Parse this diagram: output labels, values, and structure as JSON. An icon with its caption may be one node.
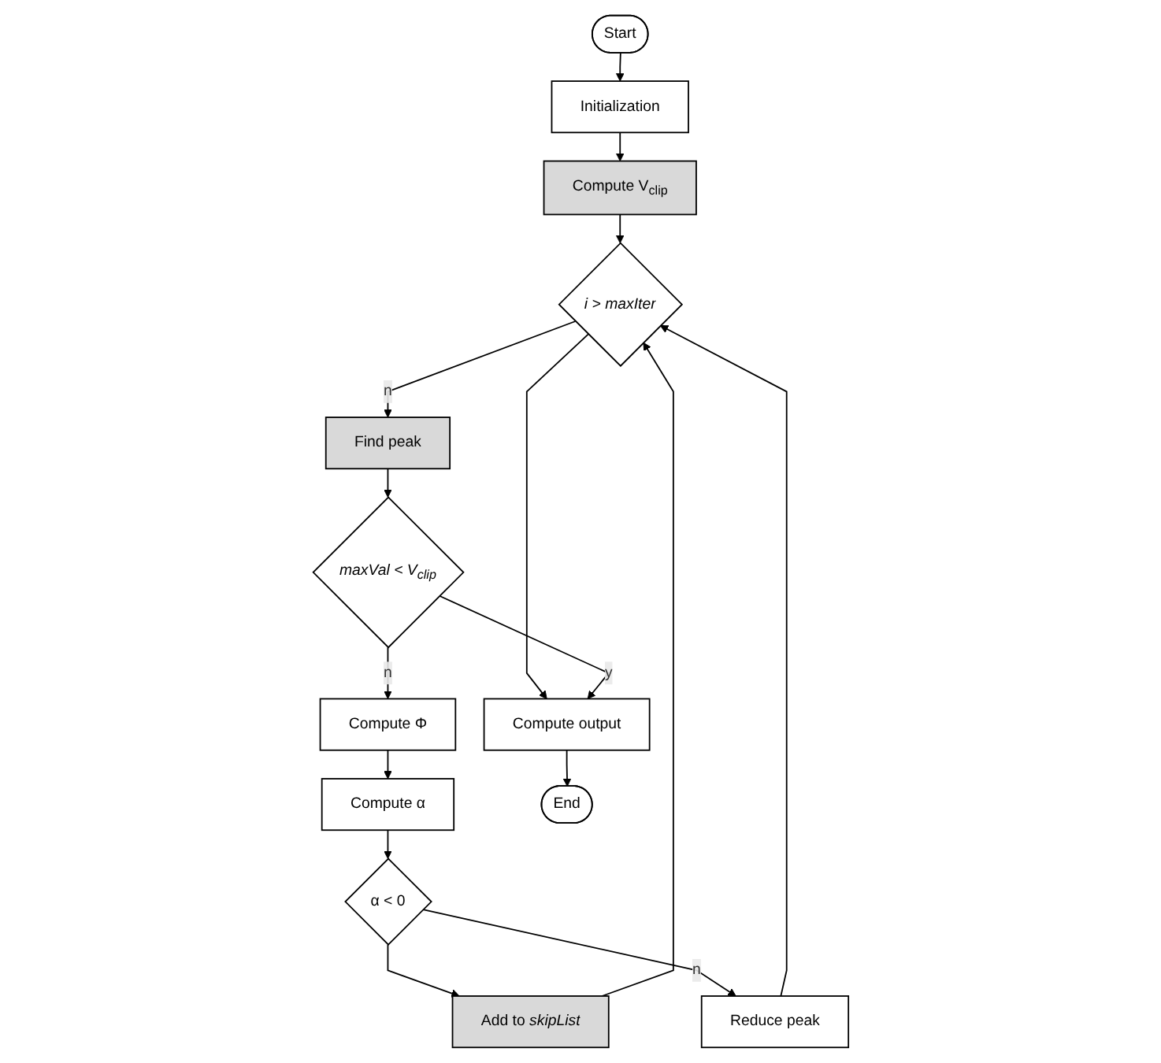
{
  "diagram": {
    "nodes": [
      {
        "text": [
          "Start"
        ]
      },
      {
        "text": [
          "Initialization"
        ]
      },
      {
        "text": [
          "Compute V$_{clip}$"
        ]
      },
      {
        "text": [
          "i > maxIter"
        ]
      },
      {
        "text": [
          "Find peak"
        ]
      },
      {
        "text": [
          "maxVal < V$_{clip}$"
        ]
      },
      {
        "text": [
          "Compute Φ"
        ]
      },
      {
        "text": [
          "Compute α"
        ]
      },
      {
        "text": [
          "α < 0"
        ]
      },
      {
        "text": [
          "Add to *skipList*"
        ]
      },
      {
        "text": [
          "Reduce peak"
        ]
      },
      {
        "text": [
          "Compute output"
        ]
      },
      {
        "text": [
          "End"
        ]
      }
    ],
    "edges": [
      {
        "from": 0,
        "to": 1,
        "arrow": "to"
      },
      {
        "from": 1,
        "to": 2,
        "arrow": "to"
      },
      {
        "from": 2,
        "to": 3,
        "arrow": "to"
      },
      {
        "from": 3,
        "to": 4,
        "arrow": "to",
        "label": "n"
      },
      {
        "from": 3,
        "to": 11,
        "arrow": "to"
      },
      {
        "from": 4,
        "to": 5,
        "arrow": "to"
      },
      {
        "from": 5,
        "to": 11,
        "arrow": "to",
        "label": "y"
      },
      {
        "from": 5,
        "to": 6,
        "arrow": "to",
        "label": "n"
      },
      {
        "from": 6,
        "to": 7,
        "arrow": "to"
      },
      {
        "from": 7,
        "to": 8,
        "arrow": "to"
      },
      {
        "from": 8,
        "to": 9,
        "arrow": "to"
      },
      {
        "from": 8,
        "to": 10,
        "arrow": "to",
        "label": "n"
      },
      {
        "from": 9,
        "to": 3,
        "arrow": "to"
      },
      {
        "from": 10,
        "to": 3,
        "arrow": "to"
      },
      {
        "from": 11,
        "to": 12,
        "arrow": "to"
      }
    ]
  }
}
